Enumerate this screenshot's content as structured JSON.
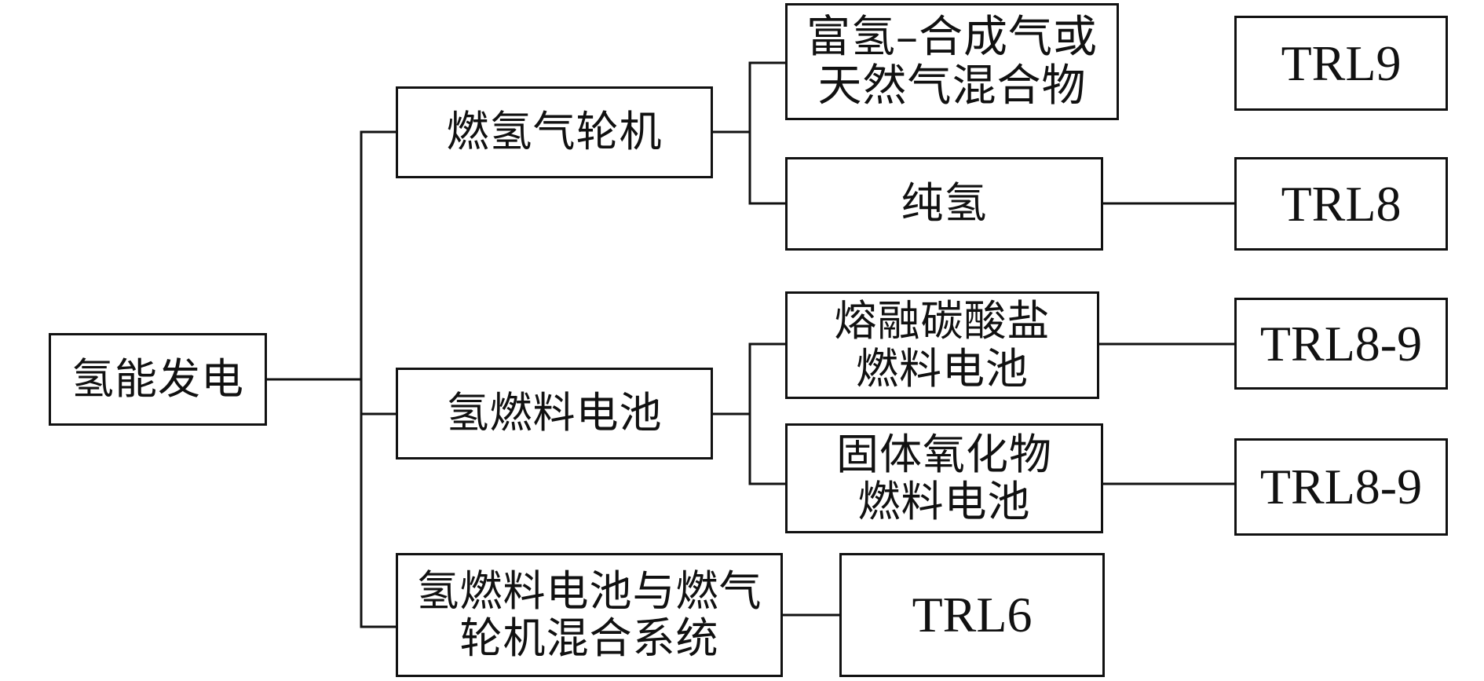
{
  "root": {
    "label": "氢能发电"
  },
  "gas_turbine": {
    "label": "燃氢气轮机",
    "children": [
      {
        "label": "富氢–合成气或\n天然气混合物",
        "trl": "TRL9"
      },
      {
        "label": "纯氢",
        "trl": "TRL8"
      }
    ]
  },
  "fuel_cell": {
    "label": "氢燃料电池",
    "children": [
      {
        "label": "熔融碳酸盐\n燃料电池",
        "trl": "TRL8-9"
      },
      {
        "label": "固体氧化物\n燃料电池",
        "trl": "TRL8-9"
      }
    ]
  },
  "hybrid": {
    "label": "氢燃料电池与燃气\n轮机混合系统",
    "trl": "TRL6"
  }
}
